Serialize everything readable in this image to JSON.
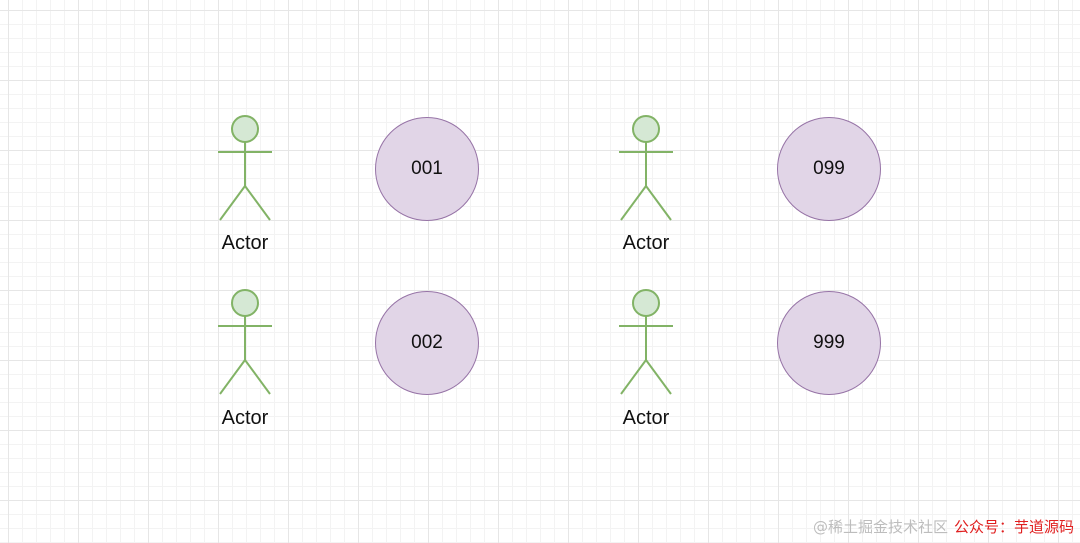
{
  "diagram": {
    "actors": [
      {
        "label": "Actor"
      },
      {
        "label": "Actor"
      },
      {
        "label": "Actor"
      },
      {
        "label": "Actor"
      }
    ],
    "nodes": [
      {
        "label": "001"
      },
      {
        "label": "002"
      },
      {
        "label": "099"
      },
      {
        "label": "999"
      }
    ],
    "colors": {
      "actor_stroke": "#82b366",
      "actor_fill": "#d5e8d4",
      "node_stroke": "#9673a6",
      "node_fill": "#e1d5e7"
    }
  },
  "watermark": {
    "platform": "@稀土掘金技术社区",
    "account": "公众号：芋道源码"
  }
}
